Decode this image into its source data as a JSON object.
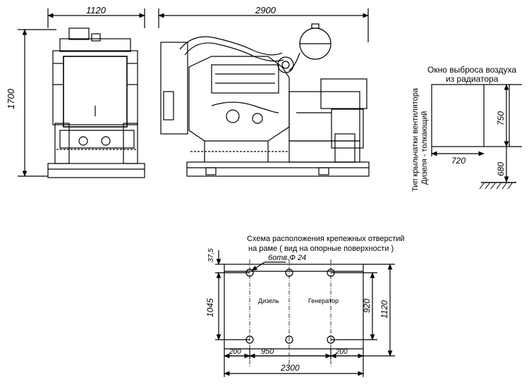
{
  "front_view": {
    "width_dim": "1120",
    "height_dim": "1700"
  },
  "side_view": {
    "length_dim": "2900"
  },
  "radiator": {
    "title_line1": "Окно выброса воздуха",
    "title_line2": "из радиатора",
    "side_note_line1": "Тип крыльчатки вентилятора",
    "side_note_line2": "Дизеля - толкающий",
    "dim_window_width": "720",
    "dim_window_height": "750",
    "dim_elevation": "680"
  },
  "frame_scheme": {
    "title_line1": "Схема расположения крепежных отверстий",
    "title_line2": "на раме ( вид на опорные поверхности )",
    "holes_note": "6отв.Ф 24",
    "label_diesel": "Дизель",
    "label_generator": "Генератор",
    "dim_offset_top": "37,5",
    "dim_left_span": "1045",
    "dim_inner_height": "920",
    "dim_outer_height": "1120",
    "dim_left_edge": "200",
    "dim_hole_spacing": "950",
    "dim_right_edge": "200",
    "dim_total_length": "2300"
  }
}
